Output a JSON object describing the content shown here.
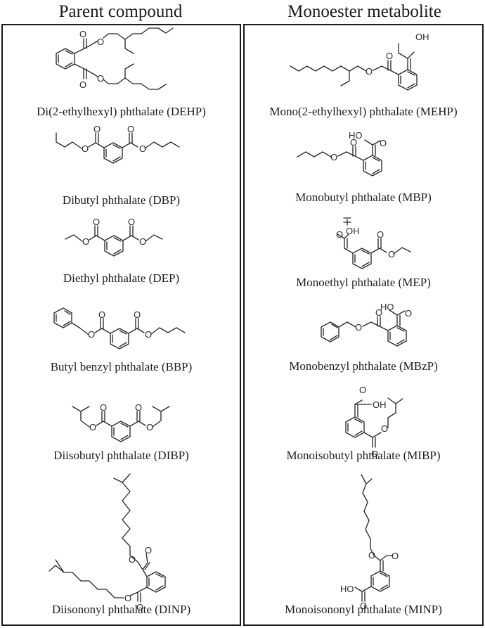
{
  "headers": {
    "parent": "Parent compound",
    "metabolite": "Monoester metabolite"
  },
  "parents": [
    {
      "label": "Di(2-ethylhexyl) phthalate (DEHP)"
    },
    {
      "label": "Dibutyl phthalate (DBP)"
    },
    {
      "label": "Diethyl phthalate (DEP)"
    },
    {
      "label": "Butyl benzyl phthalate (BBP)"
    },
    {
      "label": "Diisobutyl phthalate (DIBP)"
    },
    {
      "label": "Diisononyl phthalate (DINP)"
    }
  ],
  "metabolites": [
    {
      "label": "Mono(2-ethylhexyl) phthalate (MEHP)"
    },
    {
      "label": "Monobutyl phthalate (MBP)"
    },
    {
      "label": "Monoethyl phthalate (MEP)"
    },
    {
      "label": "Monobenzyl phthalate (MBzP)"
    },
    {
      "label": "Monoisobutyl phthalate (MIBP)"
    },
    {
      "label": "Monoisononyl phthalate (MINP)"
    }
  ],
  "atoms": {
    "o": "O",
    "oh": "OH",
    "ho": "HO"
  }
}
